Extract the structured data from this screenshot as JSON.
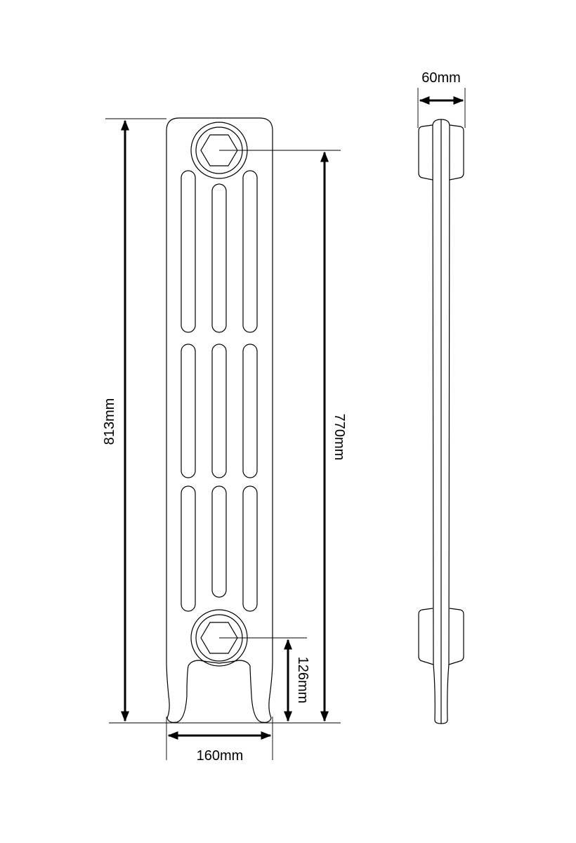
{
  "drawing": {
    "front_view": {
      "height_label": "813mm",
      "pipe_centres_label": "770mm",
      "connection_height_label": "126mm",
      "width_label": "160mm"
    },
    "side_view": {
      "depth_label": "60mm"
    }
  }
}
